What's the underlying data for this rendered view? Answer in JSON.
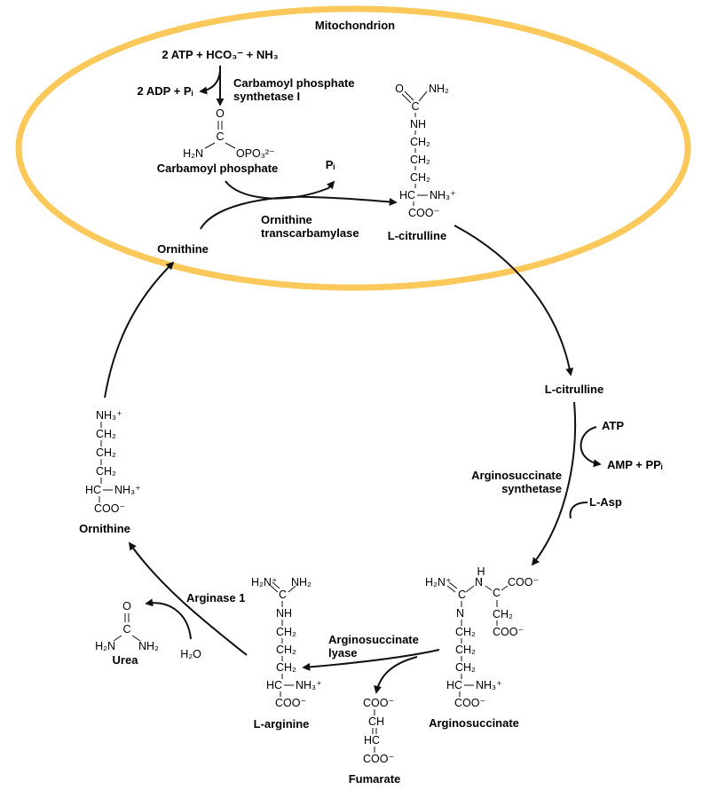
{
  "diagram": {
    "mitochondrion_label": "Mitochondrion",
    "colors": {
      "membrane": "#fbc95b",
      "arrow": "#111111",
      "text": "#111111"
    },
    "step1": {
      "reactants": "2 ATP + HCO₃⁻ + NH₃",
      "byproduct": "2 ADP + Pᵢ",
      "enzyme_line1": "Carbamoyl phosphate",
      "enzyme_line2": "synthetase I",
      "product_name": "Carbamoyl phosphate",
      "product_struct": {
        "o_top": "O",
        "c": "C",
        "h2n": "H₂N",
        "opo3": "OPO₃²⁻"
      }
    },
    "step2": {
      "byproduct": "Pᵢ",
      "enzyme_line1": "Ornithine",
      "enzyme_line2": "transcarbamylase",
      "input_name": "Ornithine",
      "product_name": "L-citrulline",
      "product_struct": {
        "o": "O",
        "nh2": "NH₂",
        "c": "C",
        "nh": "NH",
        "ch2_1": "CH₂",
        "ch2_2": "CH₂",
        "ch2_3": "CH₂",
        "hc": "HC",
        "nh3": "NH₃⁺",
        "coo": "COO⁻"
      }
    },
    "step3": {
      "input_name": "L-citrulline",
      "atp": "ATP",
      "amp": "AMP + PPᵢ",
      "enzyme_line1": "Arginosuccinate",
      "enzyme_line2": "synthetase",
      "asp": "L-Asp",
      "product_name": "Arginosuccinate",
      "product_struct": {
        "h2n_plus": "H₂N⁺",
        "h": "H",
        "n1": "N",
        "c1": "C",
        "coo_top": "COO⁻",
        "n2": "N",
        "ch2_side": "CH₂",
        "coo_side": "COO⁻",
        "ch2_1": "CH₂",
        "ch2_2": "CH₂",
        "ch2_3": "CH₂",
        "hc": "HC",
        "nh3": "NH₃⁺",
        "coo_bottom": "COO⁻"
      }
    },
    "step4": {
      "enzyme_line1": "Arginosuccinate",
      "enzyme_line2": "lyase",
      "fumarate_name": "Fumarate",
      "fumarate_struct": {
        "coo_top": "COO⁻",
        "ch": "CH",
        "hc": "HC",
        "coo_bottom": "COO⁻"
      },
      "product_name": "L-arginine",
      "product_struct": {
        "h2n_plus": "H₂N⁺",
        "c": "C",
        "nh2": "NH₂",
        "nh": "NH",
        "ch2_1": "CH₂",
        "ch2_2": "CH₂",
        "ch2_3": "CH₂",
        "hc": "HC",
        "nh3": "NH₃⁺",
        "coo": "COO⁻"
      }
    },
    "step5": {
      "enzyme": "Arginase 1",
      "water": "H₂O",
      "urea_name": "Urea",
      "urea_struct": {
        "o": "O",
        "c": "C",
        "h2n": "H₂N",
        "nh2": "NH₂"
      },
      "product_name": "Ornithine",
      "product_struct": {
        "nh3_top": "NH₃⁺",
        "ch2_1": "CH₂",
        "ch2_2": "CH₂",
        "ch2_3": "CH₂",
        "hc": "HC",
        "nh3": "NH₃⁺",
        "coo": "COO⁻"
      }
    }
  }
}
